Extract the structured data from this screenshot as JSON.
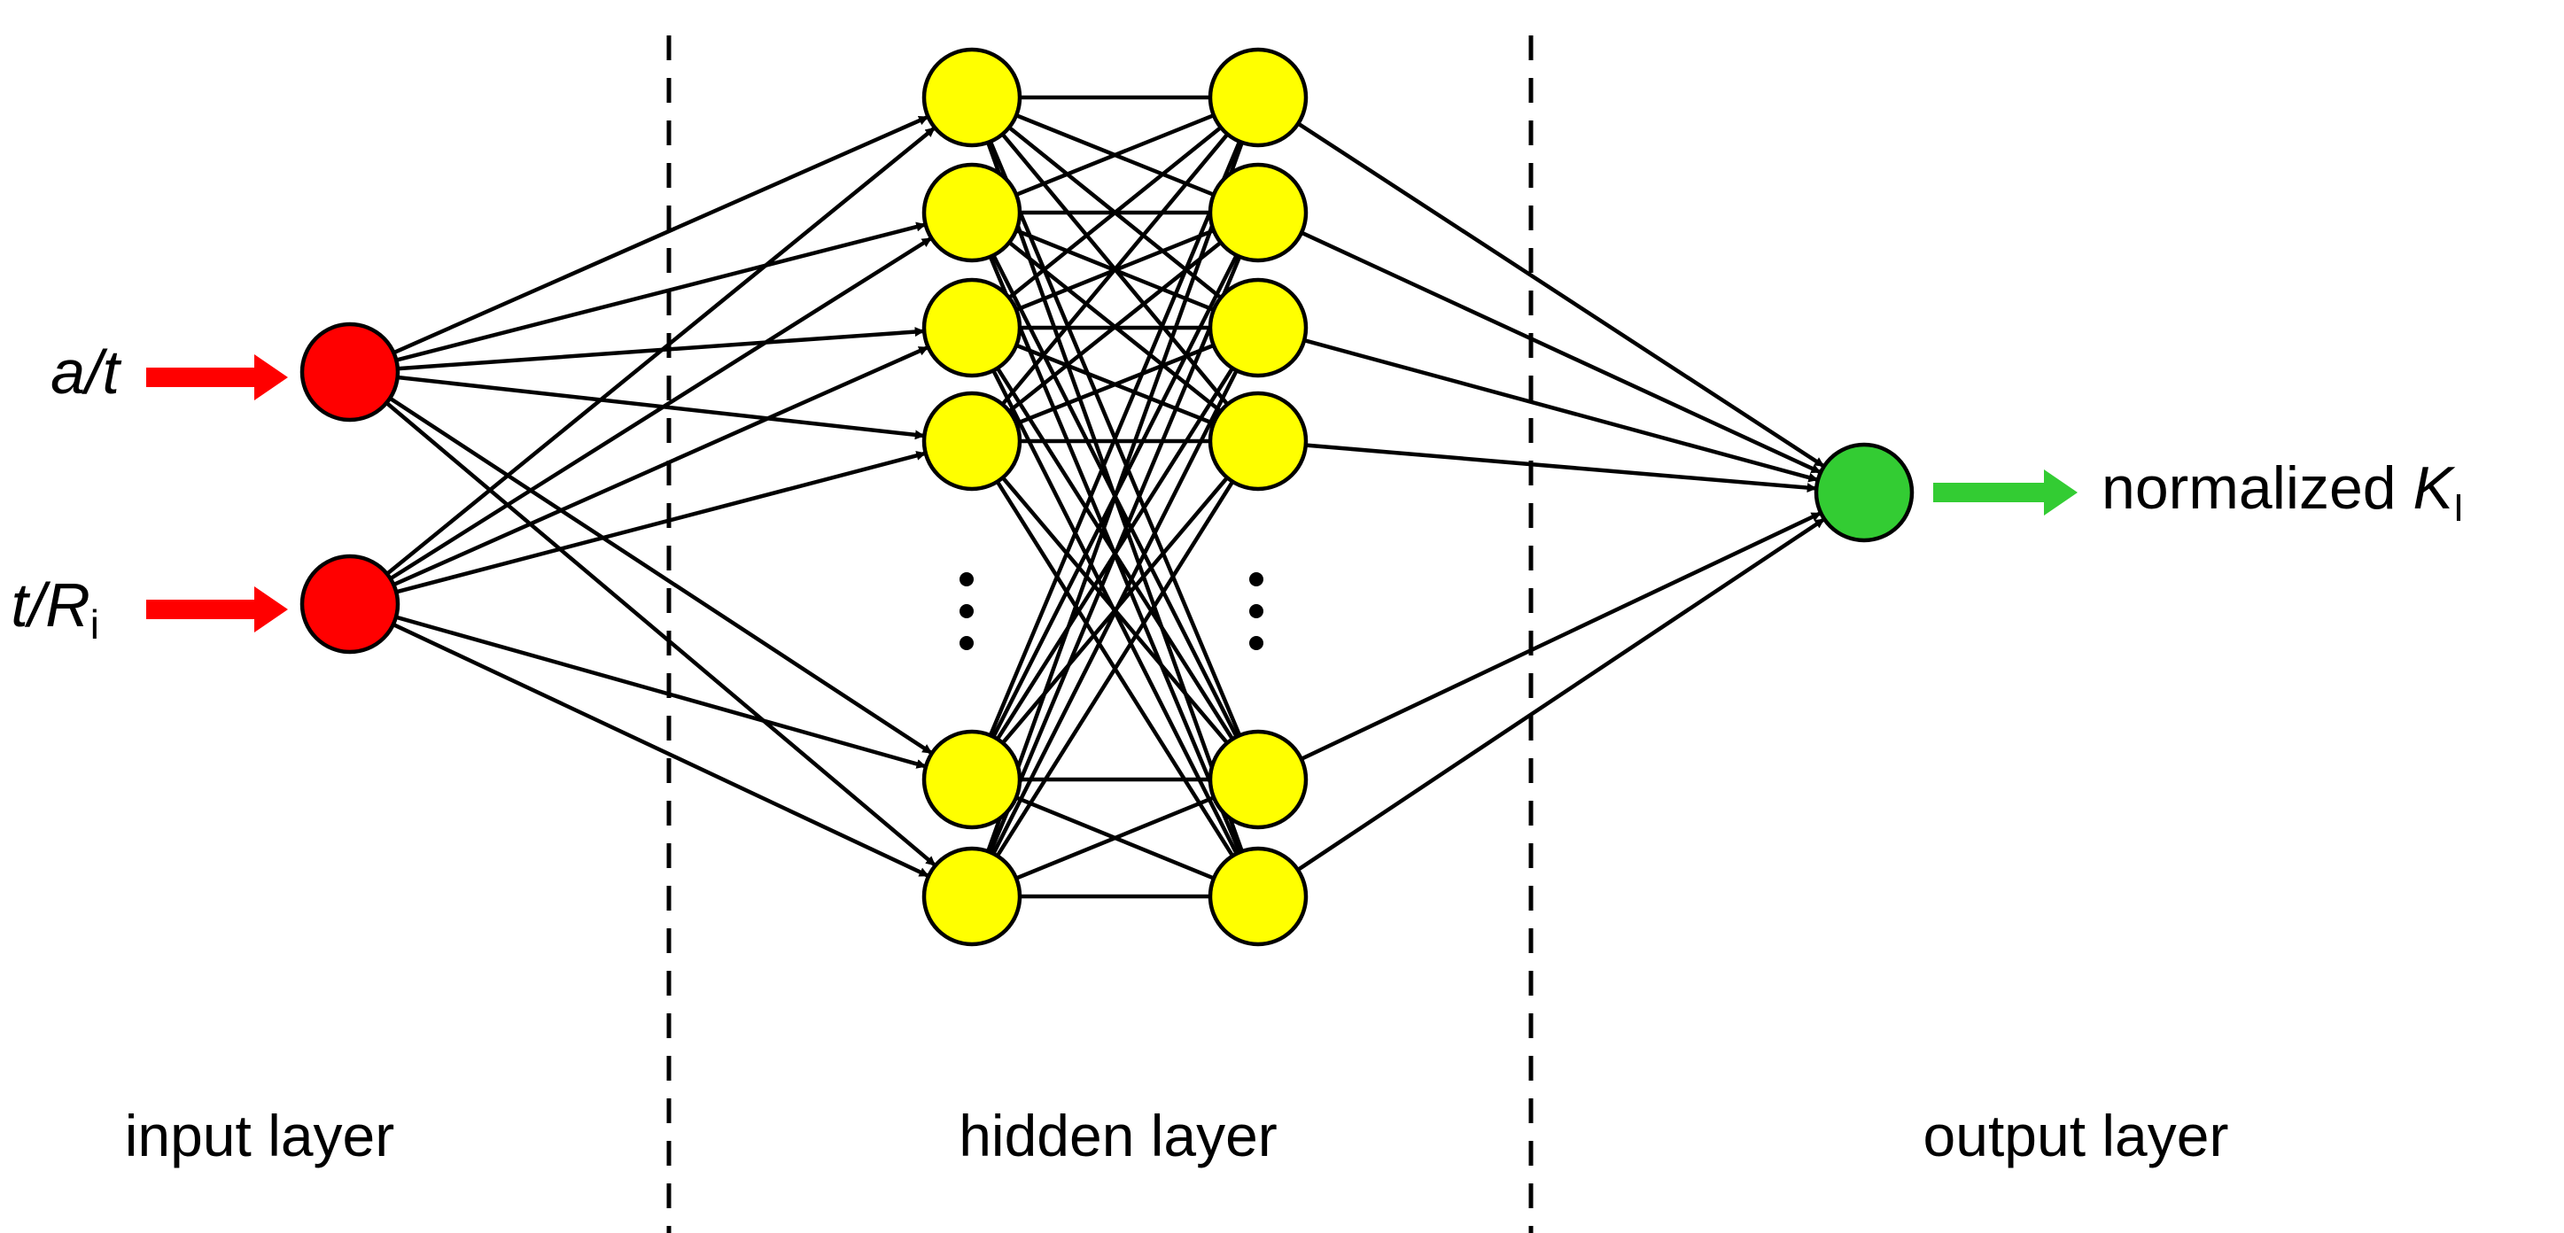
{
  "inputs": [
    {
      "italic": "a/t",
      "sub": ""
    },
    {
      "italic": "t/R",
      "sub": "i"
    }
  ],
  "output": {
    "text": "normalized ",
    "italic": "K",
    "sub": "I"
  },
  "layers": {
    "input": "input layer",
    "hidden": "hidden layer",
    "output": "output layer"
  },
  "hidden_layer_count": 2,
  "hidden_visible_nodes_per_layer": 6,
  "colors": {
    "input_node": "#ff0000",
    "hidden_node": "#ffff00",
    "output_node": "#33cc33",
    "input_arrow": "#ff0000",
    "output_arrow": "#33cc33",
    "lines": "#000000"
  },
  "ellipsis_icon": "vertical-dots-icon"
}
